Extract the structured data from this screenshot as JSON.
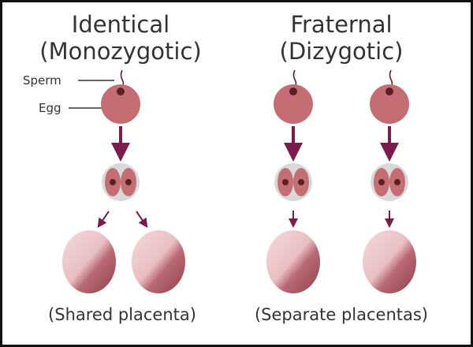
{
  "identical": {
    "title_line1": "Identical",
    "title_line2": "(Monozygotic)",
    "caption": "(Shared placenta)"
  },
  "fraternal": {
    "title_line1": "Fraternal",
    "title_line2": "(Dizygotic)",
    "caption": "(Separate placentas)"
  },
  "labels": {
    "sperm": "Sperm",
    "egg": "Egg"
  },
  "colors": {
    "egg": "#c46e74",
    "nucleus": "#5a1f27",
    "arrow": "#7a1d4e",
    "cell_bg": "#d9d9d9",
    "embryo_light": "#f0d2d2",
    "embryo_dark": "#9a4a55",
    "text": "#333333"
  }
}
